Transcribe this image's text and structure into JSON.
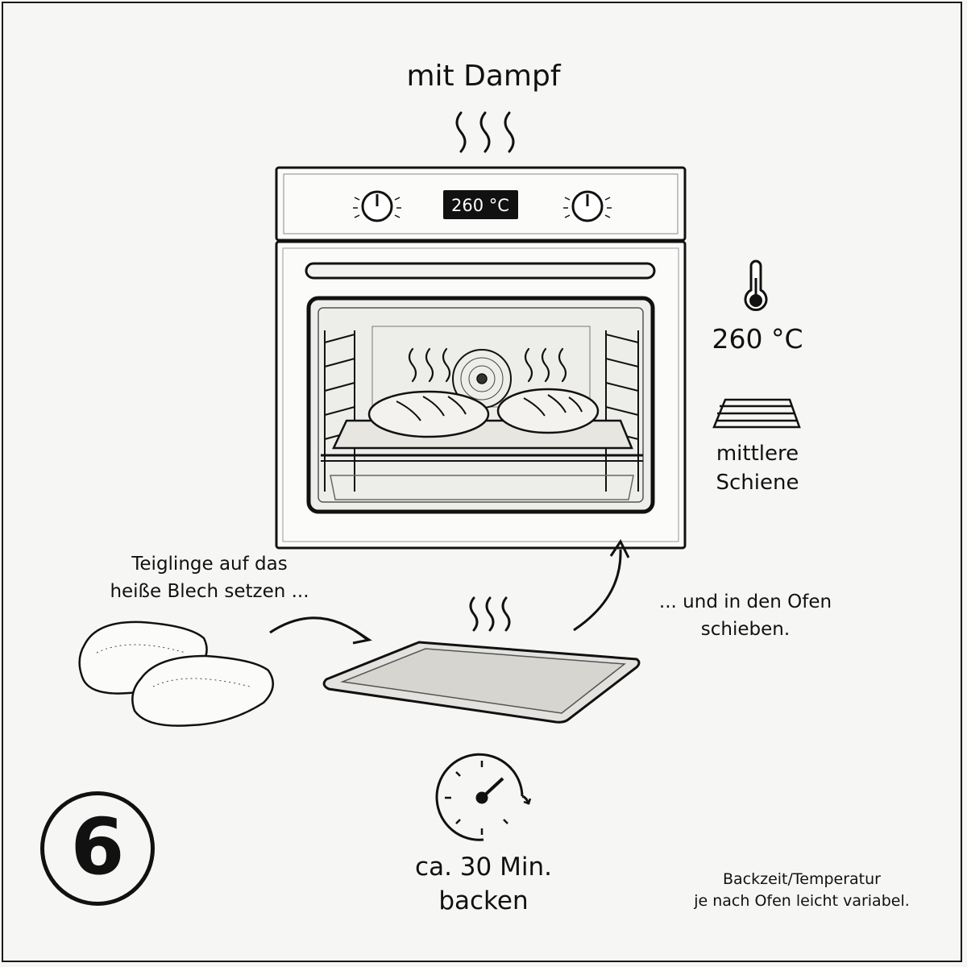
{
  "title": "mit Dampf",
  "oven": {
    "display": "260 °C"
  },
  "settings": {
    "temperature": "260 °C",
    "rail_line1": "mittlere",
    "rail_line2": "Schiene"
  },
  "steps": {
    "left_line1": "Teiglinge auf das",
    "left_line2": "heiße Blech setzen ...",
    "right_line1": "... und in den Ofen",
    "right_line2": "schieben."
  },
  "timer": {
    "line1": "ca. 30 Min.",
    "line2": "backen"
  },
  "note": {
    "line1": "Backzeit/Temperatur",
    "line2": "je nach Ofen leicht variabel."
  },
  "step_number": "6",
  "icons": [
    "steam-icon",
    "thermometer-icon",
    "oven-rack-icon",
    "timer-icon",
    "arrow-icon"
  ]
}
